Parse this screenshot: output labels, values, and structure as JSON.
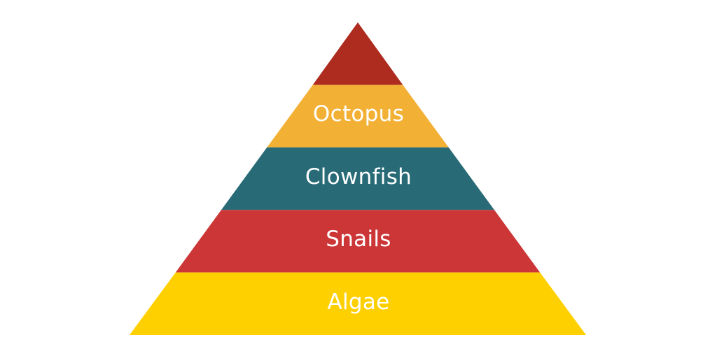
{
  "diagram": {
    "type": "pyramid",
    "tiers": [
      {
        "label": "",
        "color": "#AD2B1F"
      },
      {
        "label": "Octopus",
        "color": "#F2B035"
      },
      {
        "label": "Clownfish",
        "color": "#286B77"
      },
      {
        "label": "Snails",
        "color": "#CC3636"
      },
      {
        "label": "Algae",
        "color": "#FFD000"
      }
    ],
    "text_color": "#FFFFFF",
    "background": "#FFFFFF"
  }
}
